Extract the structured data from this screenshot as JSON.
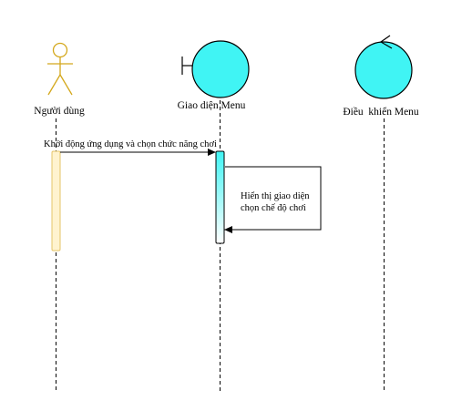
{
  "colors": {
    "actor_stroke": "#d4a81c",
    "actor_activation_fill": "#fff3cf",
    "actor_activation_stroke": "#e6c46a",
    "object_fill": "#40f4f4",
    "object_stroke": "#000000",
    "activation_fill_top": "#40f4f4",
    "activation_fill_bottom": "#ffffff",
    "line": "#000000"
  },
  "participants": [
    {
      "id": "user",
      "kind": "actor",
      "label": "Người dùng"
    },
    {
      "id": "menu_ui",
      "kind": "boundary",
      "label": "Giao diện Menu"
    },
    {
      "id": "menu_ctrl",
      "kind": "control",
      "label": "Điều  khiển Menu"
    }
  ],
  "messages": [
    {
      "from": "user",
      "to": "menu_ui",
      "text": "Khởi động ứng dụng và chọn chức năng chơi"
    },
    {
      "from": "menu_ui",
      "to": "menu_ui",
      "text_lines": [
        "Hiển thị giao diện",
        "chọn chế độ chơi"
      ]
    }
  ]
}
